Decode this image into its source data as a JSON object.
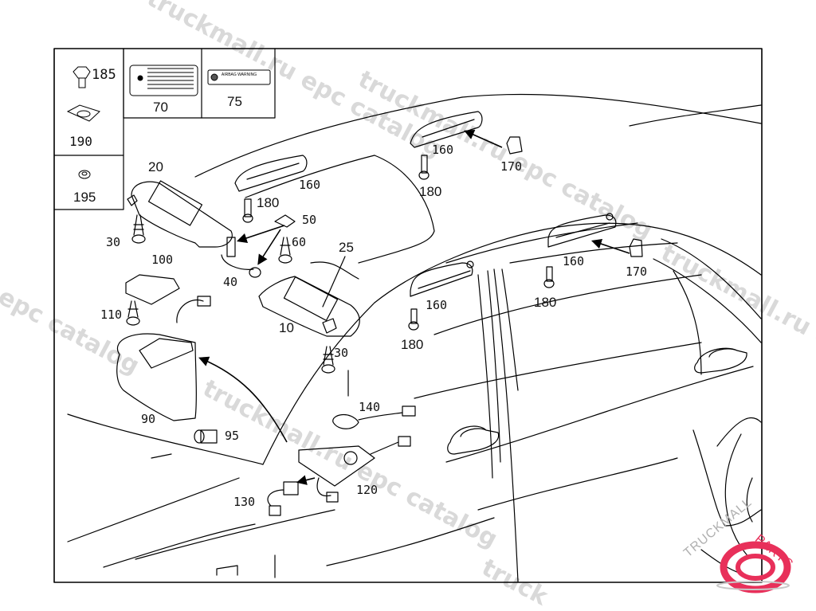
{
  "diagram": {
    "title": "Vehicle interior roof trim parts: sun visors, grab handles, interior lights",
    "watermark_text": [
      "truckmall.ru epc catalog",
      "truckmall.ru epc catalog",
      "l epc catalog",
      "truckmall.ru e",
      "catalog",
      "truckmall.ru epc catalog",
      "truck"
    ],
    "logo": {
      "text_a": "TRUCKMALL",
      "text_b": "PARTS",
      "accent_color": "#e8305a",
      "gray_color": "#b0b0b0"
    },
    "insets": [
      {
        "id": "185",
        "label": "185",
        "part": "flange bolt"
      },
      {
        "id": "190",
        "label": "190",
        "part": "clip nut"
      },
      {
        "id": "195",
        "label": "195",
        "part": "washer / grommet"
      },
      {
        "id": "70",
        "label": "70",
        "part": "information label"
      },
      {
        "id": "75",
        "label": "75",
        "part": "airbag warning label",
        "label_text": "AIRBAG WARNING"
      }
    ],
    "callouts": [
      {
        "id": "20",
        "label": "20"
      },
      {
        "id": "30a",
        "label": "30"
      },
      {
        "id": "30b",
        "label": "30"
      },
      {
        "id": "40",
        "label": "40"
      },
      {
        "id": "50",
        "label": "50"
      },
      {
        "id": "60",
        "label": "60"
      },
      {
        "id": "10",
        "label": "10"
      },
      {
        "id": "25",
        "label": "25"
      },
      {
        "id": "90",
        "label": "90"
      },
      {
        "id": "95",
        "label": "95"
      },
      {
        "id": "100",
        "label": "100"
      },
      {
        "id": "110",
        "label": "110"
      },
      {
        "id": "120",
        "label": "120"
      },
      {
        "id": "130",
        "label": "130"
      },
      {
        "id": "140",
        "label": "140"
      },
      {
        "id": "160a",
        "label": "160"
      },
      {
        "id": "160b",
        "label": "160"
      },
      {
        "id": "160c",
        "label": "160"
      },
      {
        "id": "160d",
        "label": "160"
      },
      {
        "id": "170a",
        "label": "170"
      },
      {
        "id": "170b",
        "label": "170"
      },
      {
        "id": "180a",
        "label": "180"
      },
      {
        "id": "180b",
        "label": "180"
      },
      {
        "id": "180c",
        "label": "180"
      },
      {
        "id": "180d",
        "label": "180"
      }
    ]
  }
}
